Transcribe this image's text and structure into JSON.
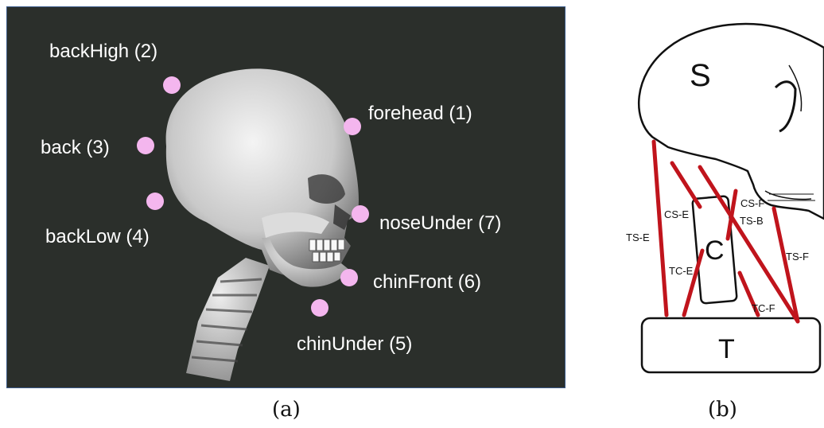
{
  "panel_a": {
    "markers": [
      {
        "key": "forehead",
        "label": "forehead (1)"
      },
      {
        "key": "backHigh",
        "label": "backHigh (2)"
      },
      {
        "key": "back",
        "label": "back (3)"
      },
      {
        "key": "backLow",
        "label": "backLow (4)"
      },
      {
        "key": "chinUnder",
        "label": "chinUnder (5)"
      },
      {
        "key": "chinFront",
        "label": "chinFront (6)"
      },
      {
        "key": "noseUnder",
        "label": "noseUnder (7)"
      }
    ],
    "marker_color": "#f4b6ee",
    "background_color": "#2b2f2b",
    "caption": "(a)"
  },
  "panel_b": {
    "skull_label": "S",
    "cervical_label": "C",
    "thorax_label": "T",
    "muscles": [
      "CS-F",
      "CS-E",
      "TS-E",
      "TS-B",
      "TS-F",
      "TC-E",
      "TC-F"
    ],
    "muscle_color": "#c0141c",
    "caption": "(b)"
  }
}
